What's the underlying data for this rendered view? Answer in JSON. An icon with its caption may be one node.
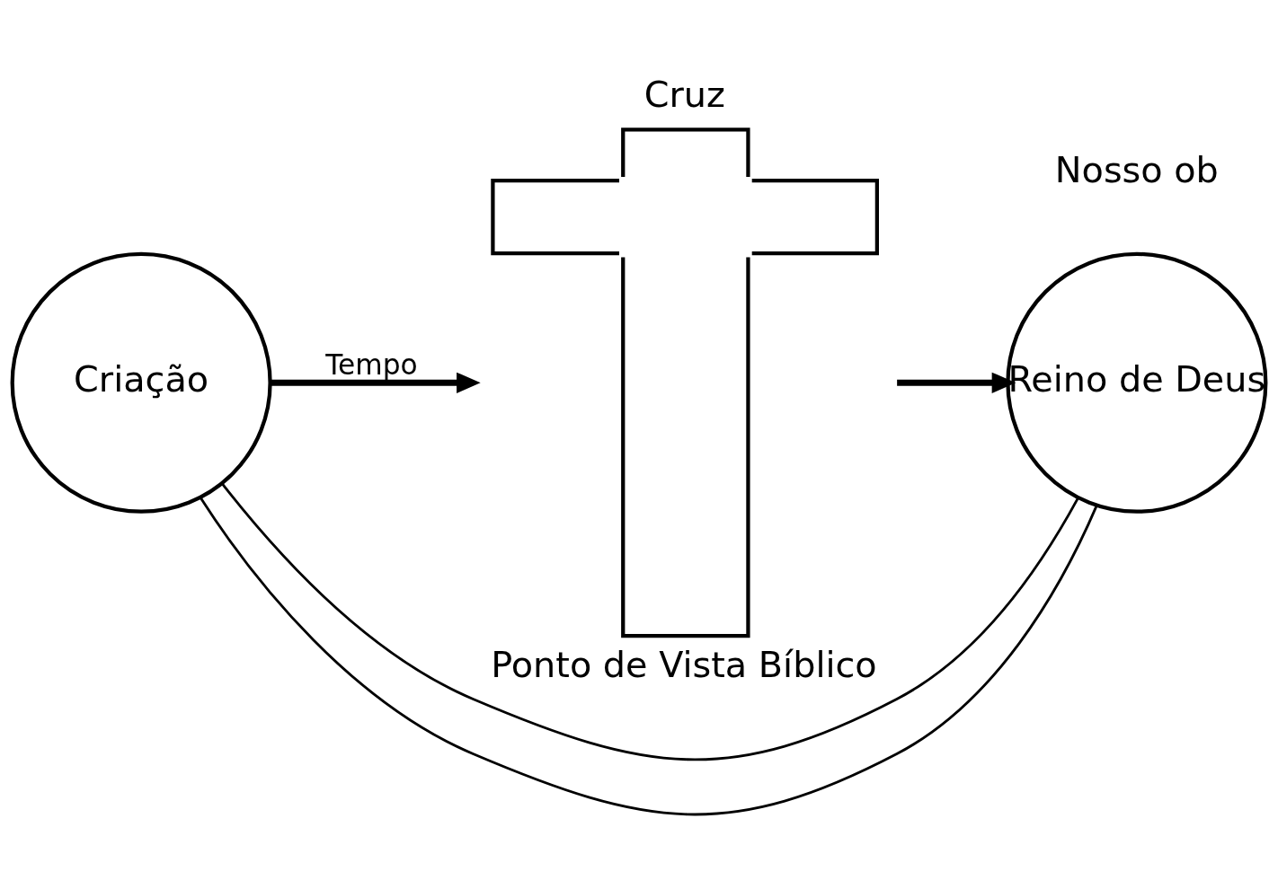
{
  "diagram": {
    "nodes": [
      {
        "text": [
          "Criação"
        ]
      },
      {
        "text": [
          "Cruz",
          "Ponto de Vista Bíblico"
        ]
      },
      {
        "text": [
          "Reino de Deus"
        ]
      }
    ],
    "edges": [
      {
        "from": 0,
        "to": 1,
        "arrow": "to",
        "label": "Tempo",
        "style": "thick"
      },
      {
        "from": 1,
        "to": 2,
        "arrow": "to",
        "style": "thick"
      },
      {
        "from": 0,
        "to": 2,
        "arrow": "none"
      },
      {
        "from": 0,
        "to": 2,
        "arrow": "none"
      }
    ],
    "labels": [
      "Nosso ob"
    ]
  }
}
